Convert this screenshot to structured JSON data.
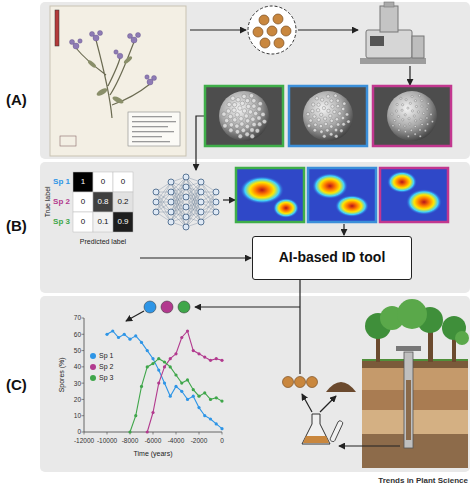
{
  "diagram": {
    "nodes": [
      {
        "text": [
          "(A)"
        ]
      },
      {
        "text": [
          "(B)"
        ]
      },
      {
        "text": [
          "AI-based ID tool"
        ],
        "in": 1
      },
      {
        "text": [
          "(C)"
        ]
      }
    ],
    "labels": [
      "Sp 1",
      "Sp 2",
      "Sp 3",
      "1",
      "0",
      "0",
      "0",
      "0.8",
      "0.2",
      "0",
      "0.1",
      "0.9",
      "True label",
      "Predicted label",
      "70",
      "60",
      "50",
      "40",
      "30",
      "20",
      "10",
      "0",
      "Spores (%)",
      "-12000",
      "-10000",
      "-8000",
      "-6000",
      "-4000",
      "-2000",
      "0",
      "Time (years)",
      "Trends in Plant Science"
    ],
    "legend": [
      {
        "text": "Sp 1",
        "color": "#2e95e6"
      },
      {
        "text": "Sp 2",
        "color": "#b23a8e"
      },
      {
        "text": "Sp 3",
        "color": "#3fa64a"
      }
    ]
  }
}
